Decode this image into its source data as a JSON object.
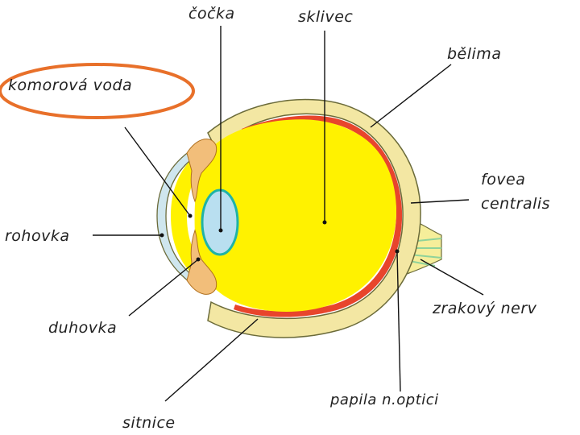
{
  "labels": {
    "cocka": "čočka",
    "sklivec": "sklivec",
    "belima": "bělima",
    "komorova_voda": "komorová voda",
    "fovea_line1": "fovea",
    "fovea_line2": "centralis",
    "rohovka": "rohovka",
    "zrakovy_nerv": "zrakový nerv",
    "duhovka": "duhovka",
    "papila": "papila n.optici",
    "sitnice": "sitnice"
  },
  "colors": {
    "vitreous": "#fff200",
    "sclera": "#f3e7a3",
    "retina": "#e8452c",
    "lens_fill": "#b9dff0",
    "lens_outline": "#1fb3a7",
    "iris": "#f2be7a",
    "cornea": "#cfe6ee",
    "highlight": "#e8702a",
    "nerve": "#8fd39a",
    "leader": "#111111"
  }
}
